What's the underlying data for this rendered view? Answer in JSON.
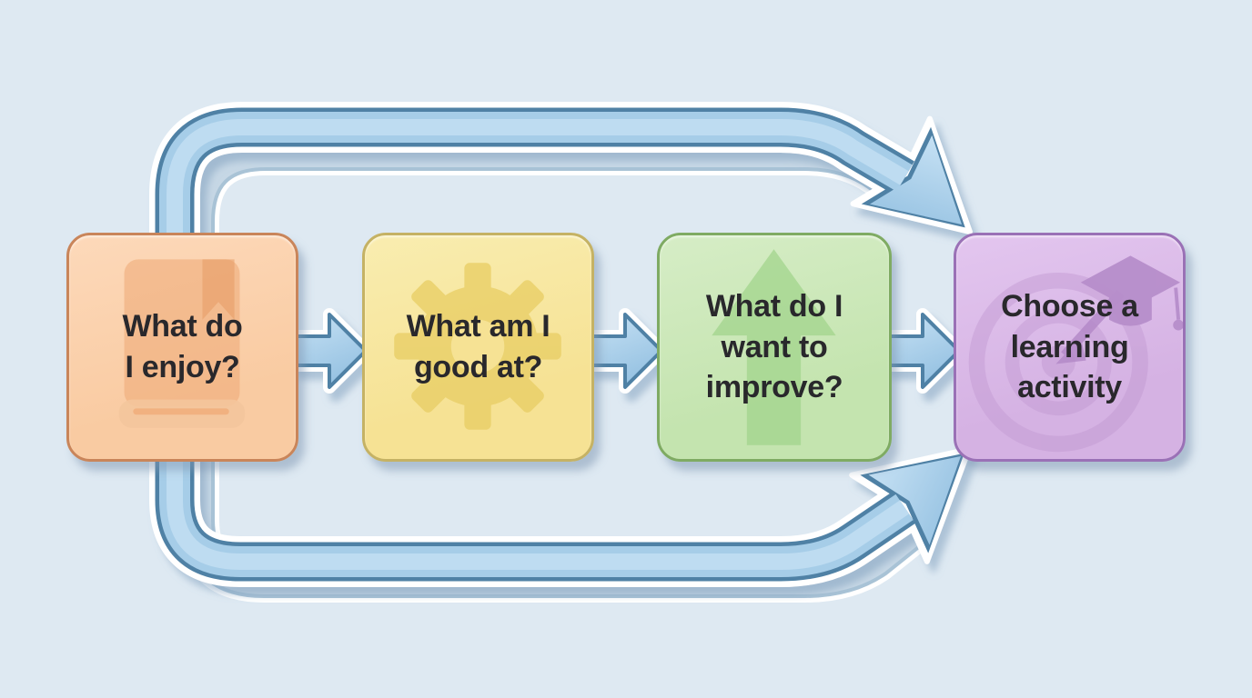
{
  "diagram": {
    "type": "flowchart",
    "background_color": "#dee9f2",
    "connector_colors": {
      "fill": "#a6cde8",
      "stroke": "#4f81a5",
      "outline": "#ffffff",
      "echo": "#c6d7e5"
    },
    "steps": [
      {
        "label": "What do\nI enjoy?",
        "fill": "#f9cba2",
        "border": "#c9855a",
        "icon": "book-icon",
        "icon_color": "#efab79"
      },
      {
        "label": "What am I\ngood at?",
        "fill": "#f6e294",
        "border": "#c5b264",
        "icon": "gear-icon",
        "icon_color": "#e9cf67"
      },
      {
        "label": "What do I\nwant to\nimprove?",
        "fill": "#c4e4af",
        "border": "#7fab63",
        "icon": "arrow-up-icon",
        "icon_color": "#a2d48c"
      },
      {
        "label": "Choose a\nlearning\nactivity",
        "fill": "#d5b2e3",
        "border": "#9a71b6",
        "icon": "target-graduation-icon",
        "icon_color": "#b78ecb"
      }
    ],
    "connections": [
      {
        "from": 1,
        "to": 2,
        "style": "straight-arrow"
      },
      {
        "from": 2,
        "to": 3,
        "style": "straight-arrow"
      },
      {
        "from": 3,
        "to": 4,
        "style": "straight-arrow"
      },
      {
        "from": 1,
        "to": 4,
        "style": "top-bypass-arrow"
      },
      {
        "from": 1,
        "to": 4,
        "style": "bottom-bypass-arrow"
      }
    ]
  }
}
